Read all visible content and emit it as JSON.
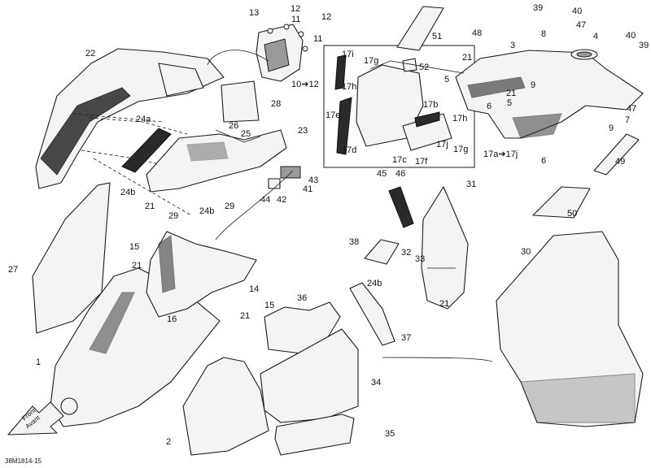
{
  "colors": {
    "line": "#1a1a1a",
    "fill": "#f4f4f4",
    "dark": "#2a2a2a"
  },
  "callouts": [
    {
      "id": "c13",
      "text": "13"
    },
    {
      "id": "c12a",
      "text": "12"
    },
    {
      "id": "c12b",
      "text": "12"
    },
    {
      "id": "c11a",
      "text": "11"
    },
    {
      "id": "c11b",
      "text": "11"
    },
    {
      "id": "c1012",
      "text": "10➔12"
    },
    {
      "id": "c22",
      "text": "22"
    },
    {
      "id": "c28",
      "text": "28"
    },
    {
      "id": "c26",
      "text": "26"
    },
    {
      "id": "c25",
      "text": "25"
    },
    {
      "id": "c23",
      "text": "23"
    },
    {
      "id": "c24a",
      "text": "24a"
    },
    {
      "id": "c24b1",
      "text": "24b"
    },
    {
      "id": "c24b2",
      "text": "24b"
    },
    {
      "id": "c24b3",
      "text": "24b"
    },
    {
      "id": "c29a",
      "text": "29"
    },
    {
      "id": "c29b",
      "text": "29"
    },
    {
      "id": "c44",
      "text": "44"
    },
    {
      "id": "c42",
      "text": "42"
    },
    {
      "id": "c41",
      "text": "41"
    },
    {
      "id": "c43",
      "text": "43"
    },
    {
      "id": "c21a",
      "text": "21"
    },
    {
      "id": "c21b",
      "text": "21"
    },
    {
      "id": "c21c",
      "text": "21"
    },
    {
      "id": "c21d",
      "text": "21"
    },
    {
      "id": "c21e",
      "text": "21"
    },
    {
      "id": "c21f",
      "text": "21"
    },
    {
      "id": "c15a",
      "text": "15"
    },
    {
      "id": "c15b",
      "text": "15"
    },
    {
      "id": "c14",
      "text": "14"
    },
    {
      "id": "c16",
      "text": "16"
    },
    {
      "id": "c27",
      "text": "27"
    },
    {
      "id": "c1",
      "text": "1"
    },
    {
      "id": "c2",
      "text": "2"
    },
    {
      "id": "c36",
      "text": "36"
    },
    {
      "id": "c34",
      "text": "34"
    },
    {
      "id": "c35",
      "text": "35"
    },
    {
      "id": "c37",
      "text": "37"
    },
    {
      "id": "c38",
      "text": "38"
    },
    {
      "id": "c32",
      "text": "32"
    },
    {
      "id": "c33",
      "text": "33"
    },
    {
      "id": "c45",
      "text": "45"
    },
    {
      "id": "c46",
      "text": "46"
    },
    {
      "id": "c31",
      "text": "31"
    },
    {
      "id": "c30",
      "text": "30"
    },
    {
      "id": "c17i",
      "text": "17i"
    },
    {
      "id": "c17g",
      "text": "17g"
    },
    {
      "id": "c17h1",
      "text": "17h"
    },
    {
      "id": "c17e",
      "text": "17e"
    },
    {
      "id": "c17d",
      "text": "17d"
    },
    {
      "id": "c17c",
      "text": "17c"
    },
    {
      "id": "c17b",
      "text": "17b"
    },
    {
      "id": "c17h2",
      "text": "17h"
    },
    {
      "id": "c17j",
      "text": "17j"
    },
    {
      "id": "c17g2",
      "text": "17g"
    },
    {
      "id": "c17f",
      "text": "17f"
    },
    {
      "id": "c17range",
      "text": "17a➔17j"
    },
    {
      "id": "c51",
      "text": "51"
    },
    {
      "id": "c52",
      "text": "52"
    },
    {
      "id": "c48",
      "text": "48"
    },
    {
      "id": "c3",
      "text": "3"
    },
    {
      "id": "c39",
      "text": "39"
    },
    {
      "id": "c40a",
      "text": "40"
    },
    {
      "id": "c40b",
      "text": "40"
    },
    {
      "id": "c39b",
      "text": "39"
    },
    {
      "id": "c8",
      "text": "8"
    },
    {
      "id": "c47a",
      "text": "47"
    },
    {
      "id": "c47b",
      "text": "47"
    },
    {
      "id": "c4",
      "text": "4"
    },
    {
      "id": "c5a",
      "text": "5"
    },
    {
      "id": "c5b",
      "text": "5"
    },
    {
      "id": "c6a",
      "text": "6"
    },
    {
      "id": "c6b",
      "text": "6"
    },
    {
      "id": "c9a",
      "text": "9"
    },
    {
      "id": "c9b",
      "text": "9"
    },
    {
      "id": "c7",
      "text": "7"
    },
    {
      "id": "c49",
      "text": "49"
    },
    {
      "id": "c50",
      "text": "50"
    }
  ],
  "front_arrow": {
    "line1": "Front",
    "line2": "Avant"
  },
  "drawing_code": "38M1814-15"
}
